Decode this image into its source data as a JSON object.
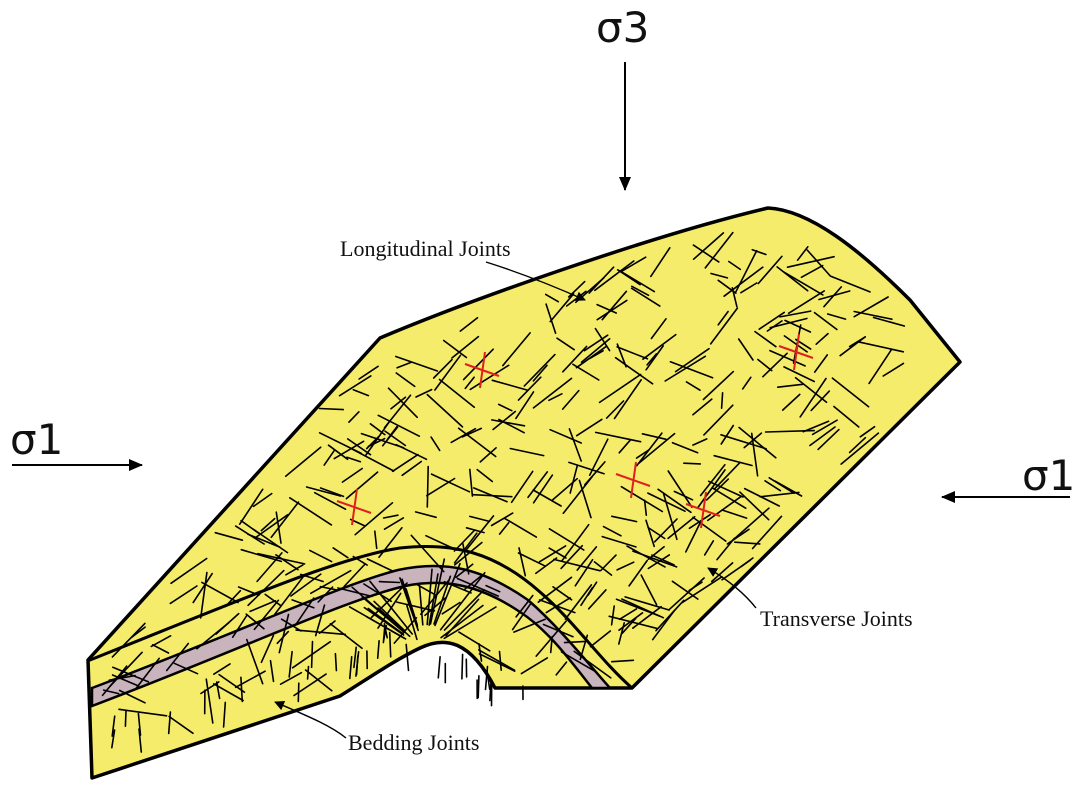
{
  "stress": {
    "sigma3": "σ3",
    "sigma1_left": "σ1",
    "sigma1_right": "σ1"
  },
  "labels": {
    "longitudinal": "Longitudinal Joints",
    "transverse": "Transverse Joints",
    "bedding": "Bedding Joints"
  },
  "colors": {
    "rock": "#f4ec6a",
    "bed_layer": "#c9b3bd",
    "highlight_joints": "#e0201e"
  }
}
